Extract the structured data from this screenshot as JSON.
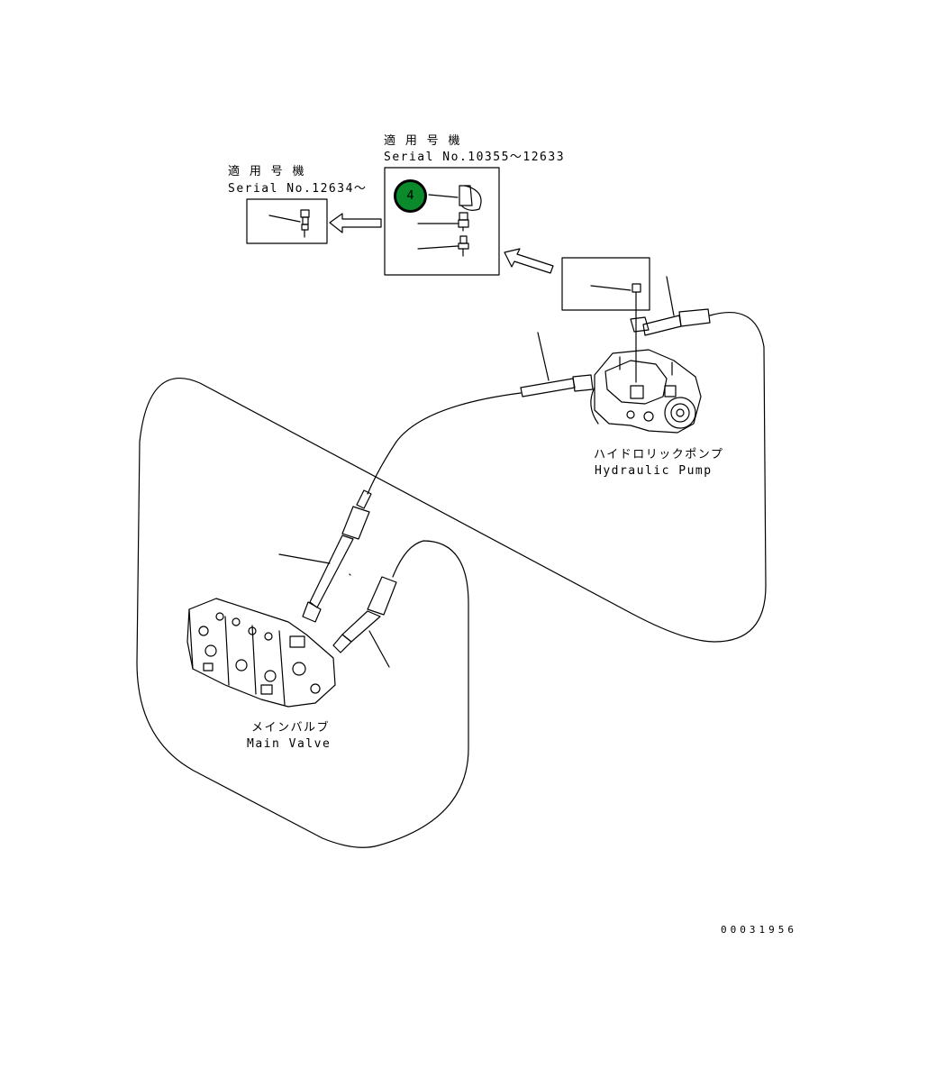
{
  "labels": {
    "applicable_new": "適 用 号 機",
    "serial_new": "Serial No.12634～",
    "applicable_old": "適 用 号 機",
    "serial_old": "Serial No.10355～12633",
    "pump_jp": "ハイドロリックポンプ",
    "pump_en": "Hydraulic Pump",
    "valve_jp": "メインバルブ",
    "valve_en": "Main Valve",
    "drawing_number": "00031956"
  },
  "callouts": [
    {
      "number": "4",
      "color": "#0a8a2a"
    }
  ]
}
